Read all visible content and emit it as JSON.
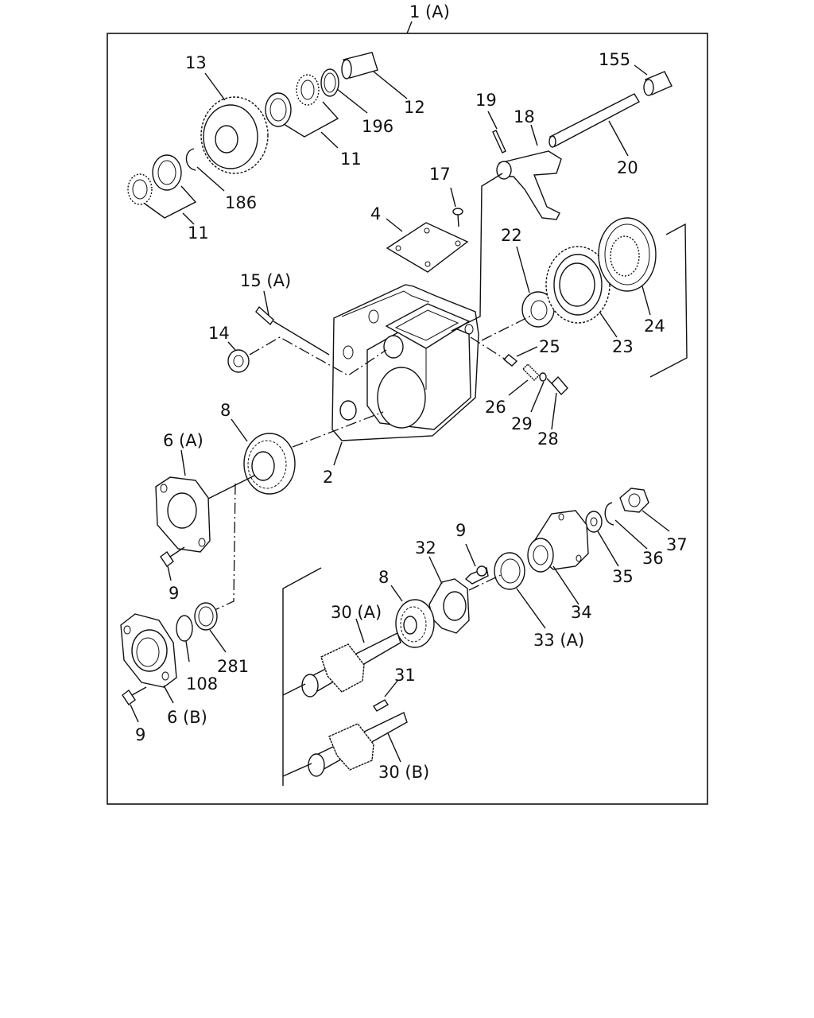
{
  "labels": {
    "title": "1 (A)",
    "p13": "13",
    "p12": "12",
    "p196": "196",
    "p11a": "11",
    "p11b": "11",
    "p186": "186",
    "p155": "155",
    "p19": "19",
    "p18": "18",
    "p20": "20",
    "p17": "17",
    "p4": "4",
    "p22": "22",
    "p24": "24",
    "p23": "23",
    "p15a": "15 (A)",
    "p14": "14",
    "p25": "25",
    "p26": "26",
    "p29": "29",
    "p28": "28",
    "p8a": "8",
    "p2": "2",
    "p6a": "6 (A)",
    "p9a": "9",
    "p9b": "9",
    "p32": "32",
    "p37": "37",
    "p36": "36",
    "p35": "35",
    "p34": "34",
    "p33a": "33 (A)",
    "p30a": "30 (A)",
    "p8b": "8",
    "p281": "281",
    "p108": "108",
    "p6b": "6 (B)",
    "p9c": "9",
    "p31": "31",
    "p30b": "30 (B)"
  }
}
